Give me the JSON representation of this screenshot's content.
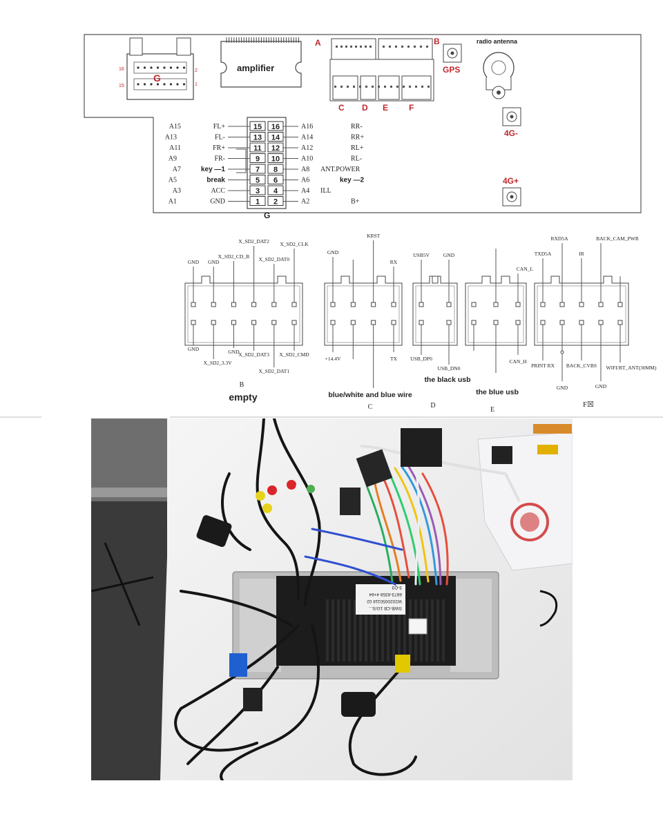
{
  "top_panel": {
    "red_labels": {
      "A": "A",
      "B": "B",
      "GPS": "GPS",
      "C": "C",
      "D": "D",
      "E": "E",
      "F": "F",
      "G": "G",
      "four_g_minus": "4G-",
      "four_g_plus": "4G+"
    },
    "amplifier": "amplifier",
    "radio_antenna": "radio antenna",
    "g_pin_16": "16",
    "g_pin_15": "15",
    "g_pin_2": "2",
    "g_pin_1": "1",
    "connector_g_caption": "G",
    "pins_left": [
      "15",
      "13",
      "11",
      "9",
      "7",
      "5",
      "3",
      "1"
    ],
    "pins_right": [
      "16",
      "14",
      "12",
      "10",
      "8",
      "6",
      "4",
      "2"
    ],
    "labels_left_a": [
      "A15",
      "A13",
      "A11",
      "A9",
      "A7",
      "A5",
      "A3",
      "A1"
    ],
    "labels_left_sig": [
      "FL+",
      "FL-",
      "FR+",
      "FR-",
      "key —1",
      "break",
      "ACC",
      "GND"
    ],
    "labels_right_a": [
      "A16",
      "A14",
      "A12",
      "A10",
      "A8",
      "A6",
      "A4",
      "A2"
    ],
    "labels_right_sig": [
      "RR-",
      "RR+",
      "RL+",
      "RL-",
      "ANT.POWER",
      "key —2",
      "ILL",
      "B+"
    ]
  },
  "pinouts": {
    "B": {
      "top": [
        "GND",
        "GND",
        "X_SD2_CD_B",
        "X_SD2_DAT2",
        "X_SD2_DAT0",
        "X_SD2_CLK"
      ],
      "bottom": [
        "GND",
        "X_SD2_3.3V",
        "GND",
        "X_SD2_DAT3",
        "X_SD2_DAT1",
        "X_SD2_CMD"
      ],
      "letter": "B",
      "note": "empty"
    },
    "C": {
      "top": [
        "GND",
        "KRST",
        "RX"
      ],
      "bottom": [
        "+14.4V",
        "TX"
      ],
      "letter": "C",
      "note": "blue/white and blue wire"
    },
    "D": {
      "top": [
        "USB5V",
        "GND"
      ],
      "bottom": [
        "USB_DP0",
        "USB_DN0"
      ],
      "letter": "D",
      "note": "the black usb"
    },
    "E": {
      "top": [
        "CAN_L"
      ],
      "bottom": [
        "CAN_H"
      ],
      "letter": "E",
      "note": "the blue usb"
    },
    "F": {
      "top": [
        "TXD5A",
        "RXD5A",
        "IR",
        "BACK_CAM_PWR"
      ],
      "bottom": [
        "PRINT RX",
        "BACK_CVBS",
        "GND",
        "WIFI/BT_ANT(30MM)"
      ],
      "extra": "GND",
      "letter": "F☒"
    }
  },
  "photo": {
    "sticker_lines": [
      "SWB-CB 1G/S...",
      "W2020050118 02",
      "6873-8358 4+64",
      "3-Q3"
    ]
  },
  "colors": {
    "red_label": "#c0282c",
    "line": "#333333",
    "board": "#ececec",
    "bg_dark": "#2b2b2b"
  }
}
